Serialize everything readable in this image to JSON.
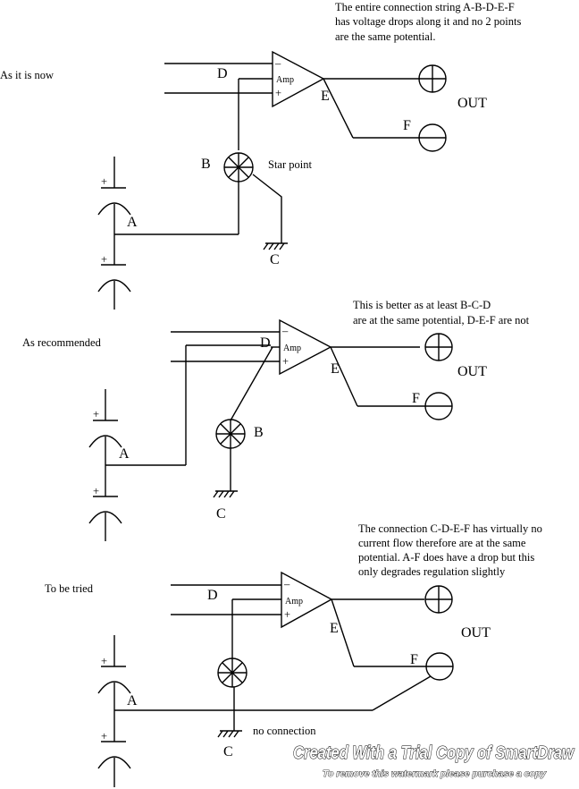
{
  "panels": [
    {
      "label": "As it is now",
      "note": [
        "The entire connection string A-B-D-E-F",
        "has voltage drops along it and no 2 points",
        " are the same potential."
      ],
      "amp": "Amp",
      "minus": "–",
      "plus": "+",
      "nodes": {
        "A": "A",
        "B": "B",
        "C": "C",
        "D": "D",
        "E": "E",
        "F": "F"
      },
      "out": "OUT",
      "star": "Star point",
      "cap_plus": "+"
    },
    {
      "label": "As recommended",
      "note": [
        "This is better as at least B-C-D",
        "are  at the same potential, D-E-F are not"
      ],
      "amp": "Amp",
      "minus": "–",
      "plus": "+",
      "nodes": {
        "A": "A",
        "B": "B",
        "C": "C",
        "D": "D",
        "E": "E",
        "F": "F"
      },
      "out": "OUT",
      "cap_plus": "+"
    },
    {
      "label": "To be tried",
      "note": [
        "The connection C-D-E-F has virtually no",
        "current flow therefore are at the same",
        "potential. A-F does have a drop but this",
        "only degrades regulation slightly"
      ],
      "amp": "Amp",
      "minus": "–",
      "plus": "+",
      "nodes": {
        "A": "A",
        "C": "C",
        "D": "D",
        "E": "E",
        "F": "F"
      },
      "out": "OUT",
      "noconn": "no connection",
      "cap_plus": "+"
    }
  ],
  "watermark": {
    "line1": "Created With a Trial Copy of SmartDraw",
    "line2": "To remove this watermark please purchase a copy"
  }
}
